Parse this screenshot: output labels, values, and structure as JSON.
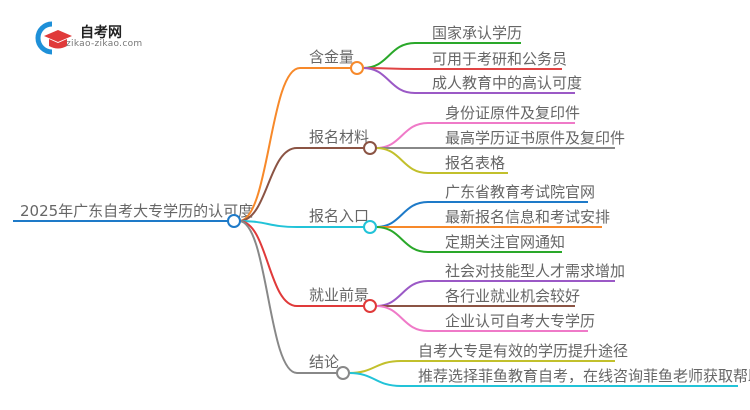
{
  "logo": {
    "title": "自考网",
    "url": "zikao-zikao.com"
  },
  "root": {
    "label": "2025年广东自考大专学历的认可度",
    "color": "#1e7ac8"
  },
  "branches": [
    {
      "label": "含金量",
      "color": "#f7892a",
      "children": [
        {
          "label": "国家承认学历",
          "color": "#2aa82a"
        },
        {
          "label": "可用于考研和公务员",
          "color": "#e04444"
        },
        {
          "label": "成人教育中的高认可度",
          "color": "#9b59c6"
        }
      ]
    },
    {
      "label": "报名材料",
      "color": "#8b5444",
      "children": [
        {
          "label": "身份证原件及复印件",
          "color": "#ef7ac8"
        },
        {
          "label": "最高学历证书原件及复印件",
          "color": "#888888"
        },
        {
          "label": "报名表格",
          "color": "#c2c02c"
        }
      ]
    },
    {
      "label": "报名入口",
      "color": "#22c3d8",
      "children": [
        {
          "label": "广东省教育考试院官网",
          "color": "#1e7ac8"
        },
        {
          "label": "最新报名信息和考试安排",
          "color": "#f7892a"
        },
        {
          "label": "定期关注官网通知",
          "color": "#2aa82a"
        }
      ]
    },
    {
      "label": "就业前景",
      "color": "#e03a3a",
      "children": [
        {
          "label": "社会对技能型人才需求增加",
          "color": "#9b59c6"
        },
        {
          "label": "各行业就业机会较好",
          "color": "#8b5444"
        },
        {
          "label": "企业认可自考大专学历",
          "color": "#ef7ac8"
        }
      ]
    },
    {
      "label": "结论",
      "color": "#888888",
      "children": [
        {
          "label": "自考大专是有效的学历提升途径",
          "color": "#c2c02c"
        },
        {
          "label": "推荐选择菲鱼教育自考，在线咨询菲鱼老师获取帮助",
          "color": "#22c3d8"
        }
      ]
    }
  ]
}
